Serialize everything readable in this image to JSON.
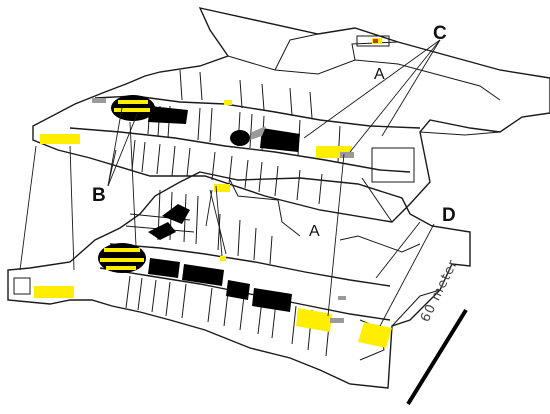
{
  "labels": {
    "a": "A",
    "b": "B",
    "c": "C",
    "d": "D"
  },
  "scale": {
    "text": "60 meter"
  },
  "colors": {
    "wall": "#1a1a1a",
    "background": "#ffffff",
    "highlight": "#ffee00",
    "shop_dark": "#000000",
    "service_grey": "#9a9a9a"
  }
}
